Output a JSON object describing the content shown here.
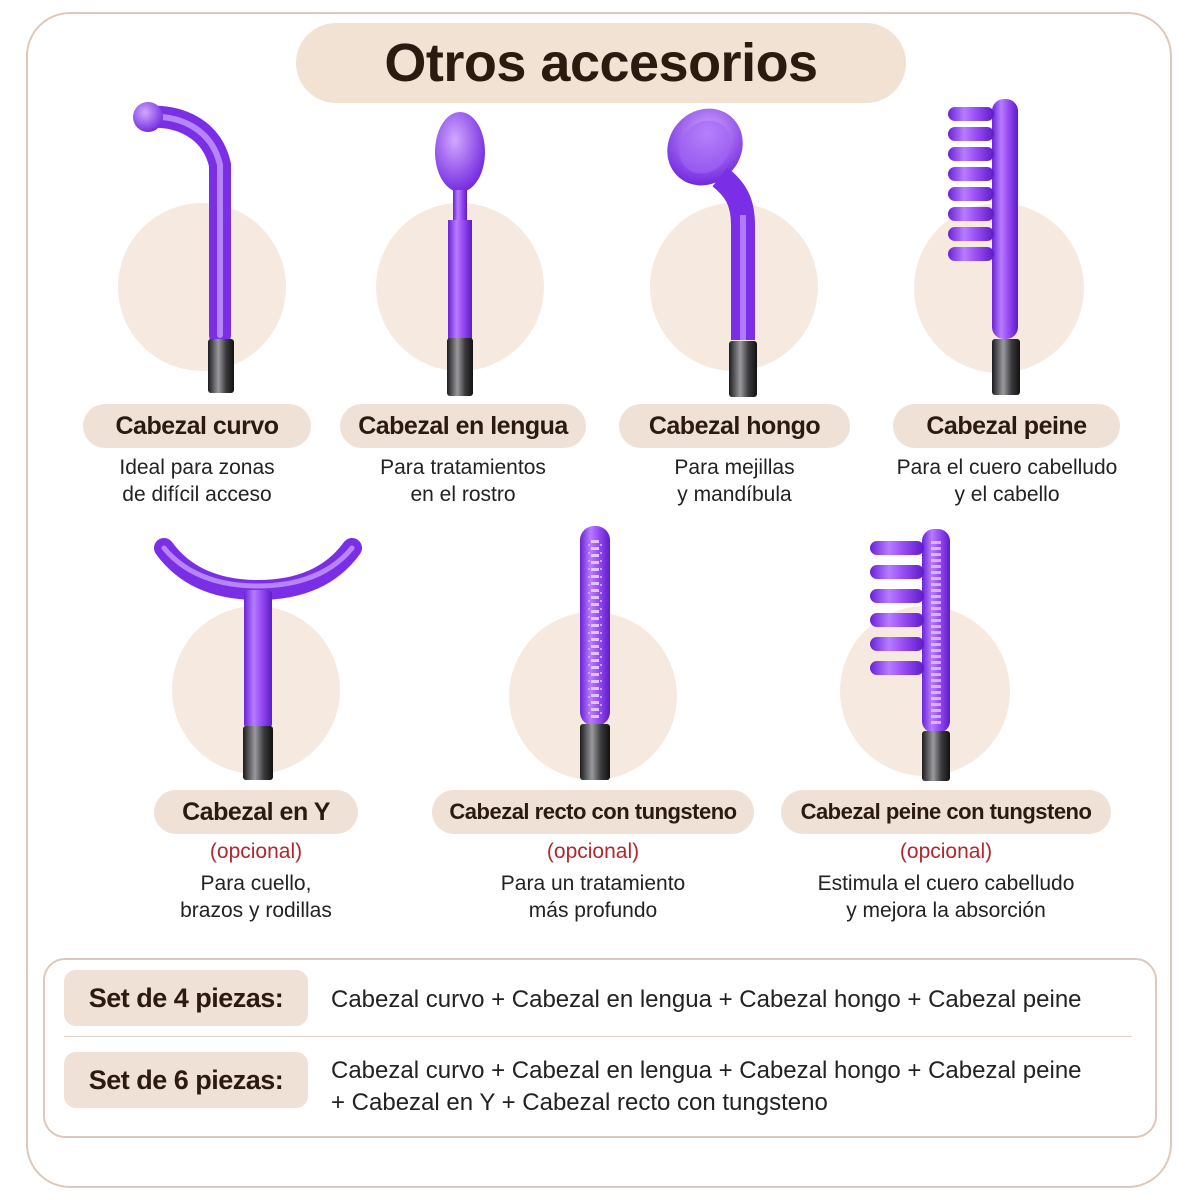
{
  "title": "Otros accesorios",
  "colors": {
    "accent_purple": "#8b3ff0",
    "pill_beige": "#efe1d5",
    "optional_red": "#b0282e"
  },
  "accessories": [
    {
      "name": "Cabezal curvo",
      "optional": "",
      "desc": [
        "Ideal para zonas",
        "de difícil acceso"
      ]
    },
    {
      "name": "Cabezal en lengua",
      "optional": "",
      "desc": [
        "Para tratamientos",
        "en el rostro"
      ]
    },
    {
      "name": "Cabezal hongo",
      "optional": "",
      "desc": [
        "Para mejillas",
        "y mandíbula"
      ]
    },
    {
      "name": "Cabezal peine",
      "optional": "",
      "desc": [
        "Para el cuero cabelludo",
        "y el cabello"
      ]
    },
    {
      "name": "Cabezal en Y",
      "optional": "(opcional)",
      "desc": [
        "Para cuello,",
        "brazos y rodillas"
      ]
    },
    {
      "name": "Cabezal recto con tungsteno",
      "optional": "(opcional)",
      "desc": [
        "Para un tratamiento",
        "más profundo"
      ]
    },
    {
      "name": "Cabezal peine con tungsteno",
      "optional": "(opcional)",
      "desc": [
        "Estimula el cuero cabelludo",
        "y mejora la absorción"
      ]
    }
  ],
  "sets": [
    {
      "label": "Set de 4 piezas:",
      "lines": [
        "Cabezal curvo + Cabezal en lengua + Cabezal hongo + Cabezal peine"
      ]
    },
    {
      "label": "Set de 6 piezas:",
      "lines": [
        "Cabezal curvo + Cabezal en lengua + Cabezal hongo + Cabezal peine",
        "+ Cabezal en Y + Cabezal recto con tungsteno"
      ]
    }
  ]
}
